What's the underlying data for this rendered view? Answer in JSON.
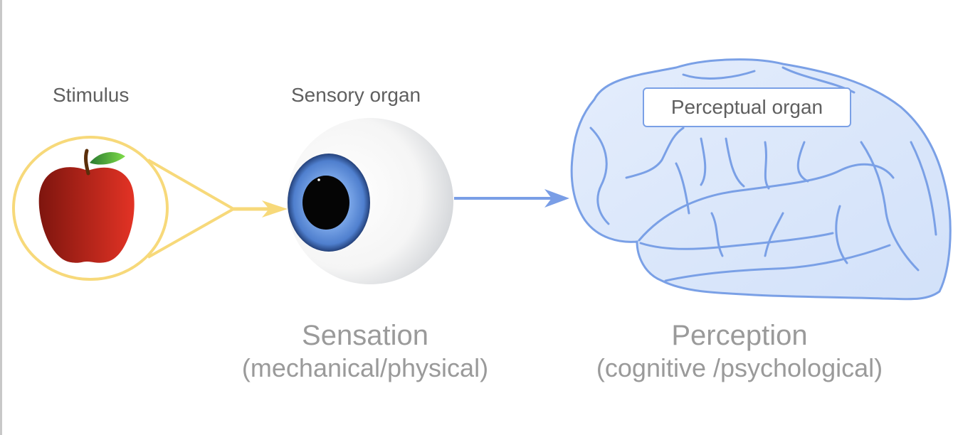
{
  "diagram": {
    "stimulus": {
      "label": "Stimulus",
      "object": "apple"
    },
    "sensory_organ": {
      "label": "Sensory organ",
      "object": "eye"
    },
    "perceptual_organ": {
      "label": "Perceptual organ",
      "object": "brain"
    },
    "sensation": {
      "title": "Sensation",
      "subtitle": "(mechanical/physical)"
    },
    "perception": {
      "title": "Perception",
      "subtitle": "(cognitive /psychological)"
    }
  },
  "colors": {
    "stimulus_connector": "#f7d97a",
    "eye_to_brain_arrow": "#7a9ee6",
    "brain_fill": "#d9e6fb",
    "brain_stroke": "#7aa0e6",
    "label_text": "#5f5f5f",
    "caption_text": "#9a9a9a",
    "apple_dark": "#7e150e",
    "apple_light": "#e33325",
    "iris": "#4f7fce"
  }
}
